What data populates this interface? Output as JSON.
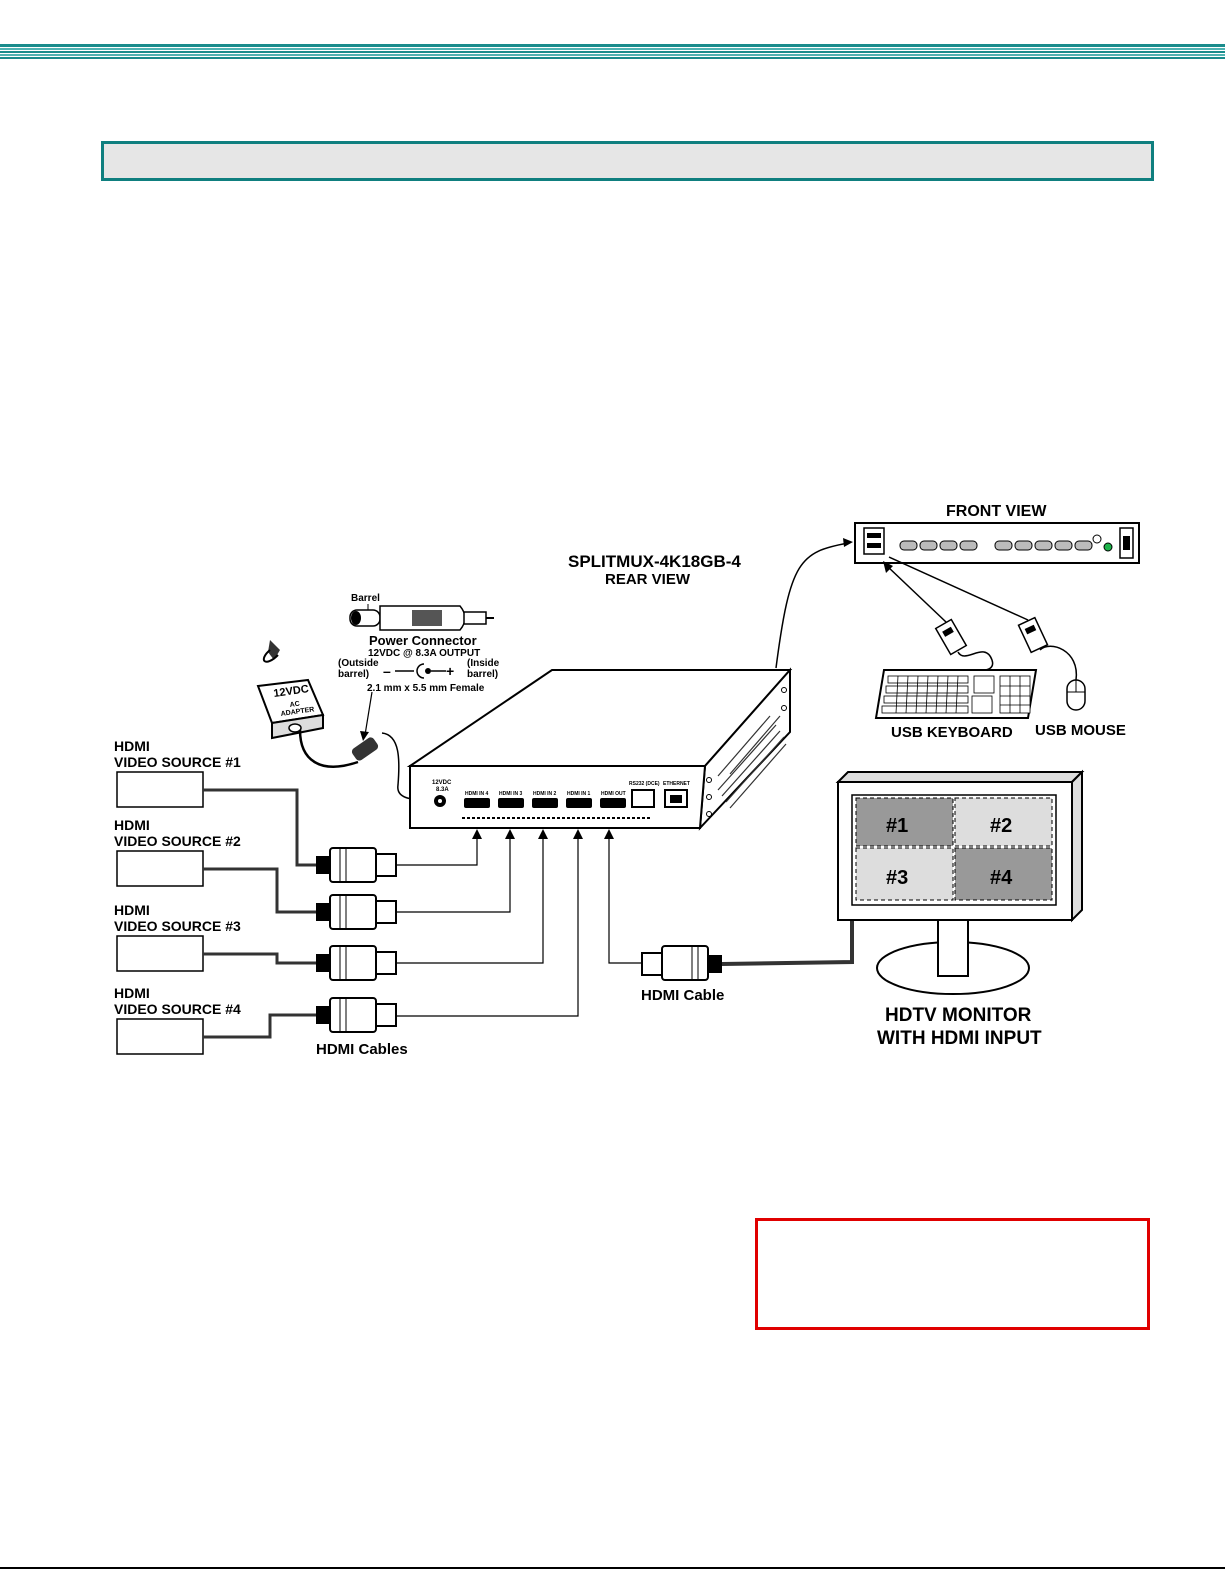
{
  "colors": {
    "section_border": "#0f7f7f",
    "section_fill": "#e6e6e6",
    "note_border": "#e00000",
    "header_rule": "#1a8c8c"
  },
  "diagram": {
    "device_name": "SPLITMUX-4K18GB-4",
    "rear_view": "REAR VIEW",
    "front_view": "FRONT VIEW",
    "barrel": "Barrel",
    "power_connector": "Power Connector",
    "power_output": "12VDC @ 8.3A OUTPUT",
    "outside_barrel_1": "(Outside",
    "outside_barrel_2": "barrel)",
    "inside_barrel_1": "(Inside",
    "inside_barrel_2": "barrel)",
    "minus": "–",
    "plus": "+",
    "connector_size": "2.1 mm x 5.5 mm Female",
    "adapter_voltage": "12VDC",
    "adapter_label_1": "AC",
    "adapter_label_2": "ADAPTER",
    "sources": [
      {
        "line1": "HDMI",
        "line2": "VIDEO SOURCE #1"
      },
      {
        "line1": "HDMI",
        "line2": "VIDEO SOURCE #2"
      },
      {
        "line1": "HDMI",
        "line2": "VIDEO SOURCE #3"
      },
      {
        "line1": "HDMI",
        "line2": "VIDEO SOURCE #4"
      }
    ],
    "hdmi_cables": "HDMI Cables",
    "hdmi_cable": "HDMI Cable",
    "usb_keyboard": "USB KEYBOARD",
    "usb_mouse": "USB MOUSE",
    "monitor_line1": "HDTV MONITOR",
    "monitor_line2": "WITH HDMI INPUT",
    "quadrants": [
      "#1",
      "#2",
      "#3",
      "#4"
    ],
    "rear_panel": {
      "power_label_1": "12VDC",
      "power_label_2": "8.3A",
      "ports": [
        "HDMI IN 4",
        "HDMI IN 3",
        "HDMI IN 2",
        "HDMI IN 1",
        "HDMI OUT"
      ],
      "rs232": "RS232 (DCE)",
      "ethernet": "ETHERNET"
    }
  }
}
